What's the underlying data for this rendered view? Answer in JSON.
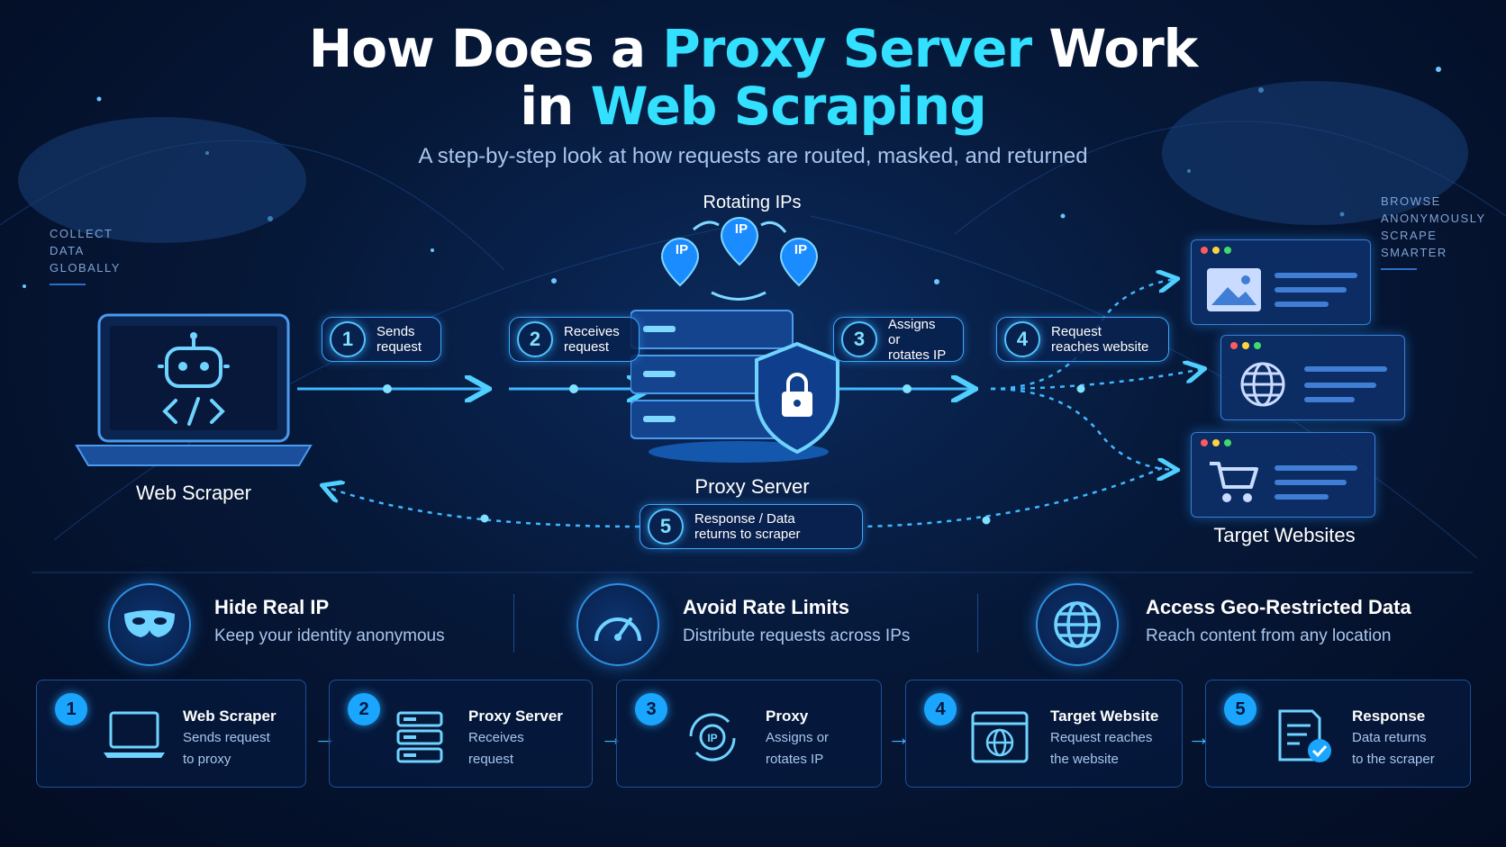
{
  "header": {
    "title_part1": "How Does a ",
    "title_highlight1": "Proxy Server",
    "title_part2": " Work",
    "title_line2_part1": "in ",
    "title_line2_highlight": "Web Scraping",
    "subtitle": "A step-by-step look at how requests are routed, masked, and returned"
  },
  "side_notes": {
    "left": [
      "COLLECT",
      "DATA",
      "GLOBALLY"
    ],
    "right": [
      "BROWSE",
      "ANONYMOUSLY",
      "SCRAPE SMARTER"
    ]
  },
  "diagram": {
    "rotating_label": "Rotating IPs",
    "ip_badge": "IP",
    "web_scraper_label": "Web Scraper",
    "proxy_server_label": "Proxy Server",
    "target_websites_label": "Target Websites",
    "steps": [
      {
        "num": "1",
        "line1": "Sends",
        "line2": "request"
      },
      {
        "num": "2",
        "line1": "Receives",
        "line2": "request"
      },
      {
        "num": "3",
        "line1": "Assigns or",
        "line2": "rotates IP"
      },
      {
        "num": "4",
        "line1": "Request",
        "line2": "reaches website"
      },
      {
        "num": "5",
        "line1": "Response / Data",
        "line2": "returns to scraper"
      }
    ]
  },
  "benefits": [
    {
      "title": "Hide Real IP",
      "desc": "Keep your identity anonymous",
      "icon": "mask-icon"
    },
    {
      "title": "Avoid Rate Limits",
      "desc": "Distribute requests across IPs",
      "icon": "speedometer-icon"
    },
    {
      "title": "Access Geo-Restricted Data",
      "desc": "Reach content from any location",
      "icon": "globe-icon"
    }
  ],
  "flow": [
    {
      "num": "1",
      "title": "Web Scraper",
      "line1": "Sends request",
      "line2": "to proxy",
      "icon": "laptop-icon"
    },
    {
      "num": "2",
      "title": "Proxy Server",
      "line1": "Receives",
      "line2": "request",
      "icon": "server-icon"
    },
    {
      "num": "3",
      "title": "Proxy",
      "line1": "Assigns or",
      "line2": "rotates IP",
      "icon": "rotate-ip-icon"
    },
    {
      "num": "4",
      "title": "Target Website",
      "line1": "Request reaches",
      "line2": "the website",
      "icon": "browser-globe-icon"
    },
    {
      "num": "5",
      "title": "Response",
      "line1": "Data returns",
      "line2": "to the scraper",
      "icon": "document-check-icon"
    }
  ],
  "colors": {
    "accent": "#33e0ff",
    "background": "#061838",
    "line": "#3fb8ff"
  }
}
